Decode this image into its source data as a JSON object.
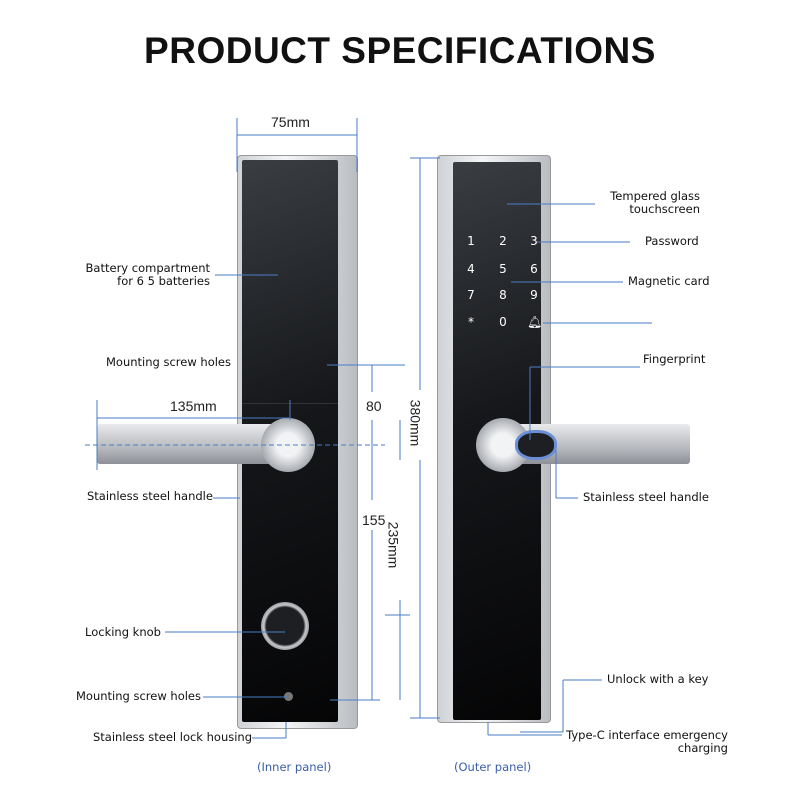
{
  "title": "PRODUCT SPECIFICATIONS",
  "dimensions": {
    "width": "75mm",
    "handle": "135mm",
    "top_screw": "80",
    "screw_spacing": "155",
    "lower": "235mm",
    "height": "380mm"
  },
  "inner_labels": {
    "battery_line1": "Battery compartment",
    "battery_line2": "for 6 5 batteries",
    "mount_top": "Mounting screw holes",
    "handle": "Stainless steel handle",
    "knob": "Locking knob",
    "mount_bottom": "Mounting screw holes",
    "housing": "Stainless steel lock housing"
  },
  "outer_labels": {
    "glass_line1": "Tempered glass",
    "glass_line2": "touchscreen",
    "password": "Password",
    "card": "Magnetic card",
    "fingerprint": "Fingerprint",
    "handle": "Stainless steel handle",
    "key": "Unlock with a key",
    "typec_line1": "Type-C interface emergency",
    "typec_line2": "charging"
  },
  "keypad": [
    "1",
    "2",
    "3",
    "4",
    "5",
    "6",
    "7",
    "8",
    "9",
    "*",
    "0",
    "bell"
  ],
  "captions": {
    "inner": "(Inner panel)",
    "outer": "(Outer panel)"
  },
  "colors": {
    "leader": "#4a7cc7",
    "caption": "#3a5fa8"
  }
}
